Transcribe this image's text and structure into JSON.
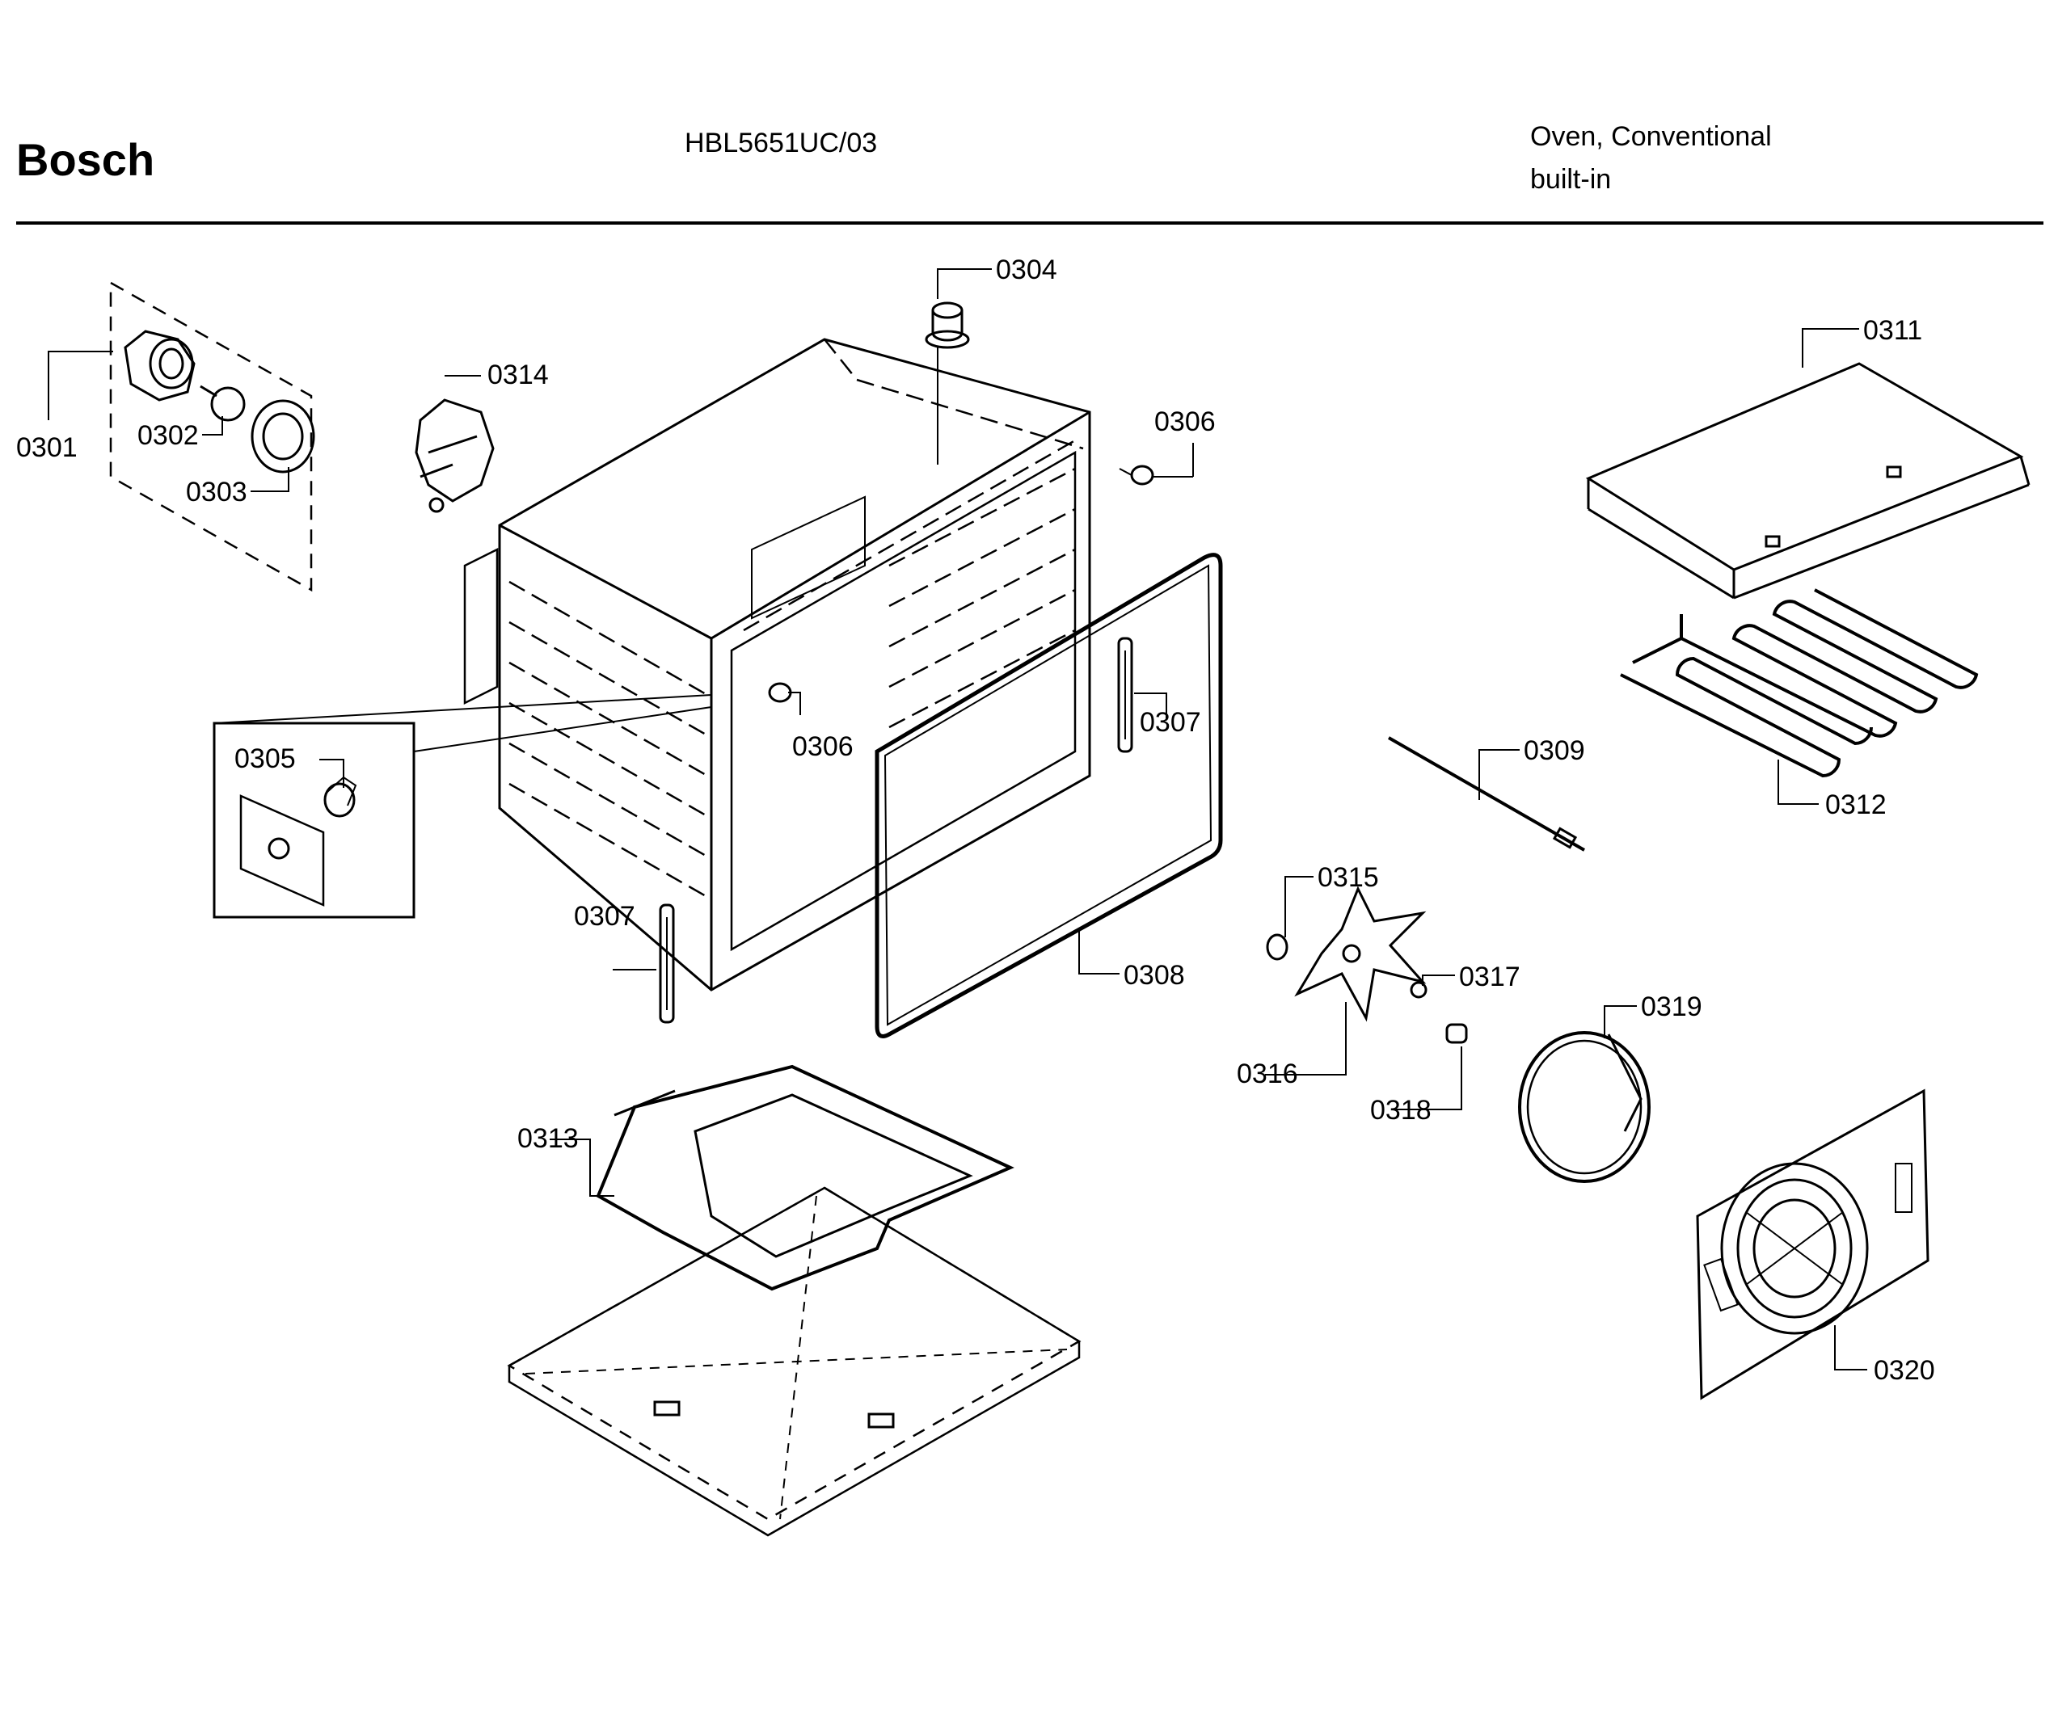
{
  "header": {
    "brand": "Bosch",
    "model": "HBL5651UC/03",
    "type_line1": "Oven, Conventional",
    "type_line2": "built-in"
  },
  "parts": {
    "p0301": "0301",
    "p0302": "0302",
    "p0303": "0303",
    "p0304": "0304",
    "p0305": "0305",
    "p0306a": "0306",
    "p0306b": "0306",
    "p0307a": "0307",
    "p0307b": "0307",
    "p0308": "0308",
    "p0309": "0309",
    "p0311": "0311",
    "p0312": "0312",
    "p0313": "0313",
    "p0314": "0314",
    "p0315": "0315",
    "p0316": "0316",
    "p0317": "0317",
    "p0318": "0318",
    "p0319": "0319",
    "p0320": "0320"
  }
}
